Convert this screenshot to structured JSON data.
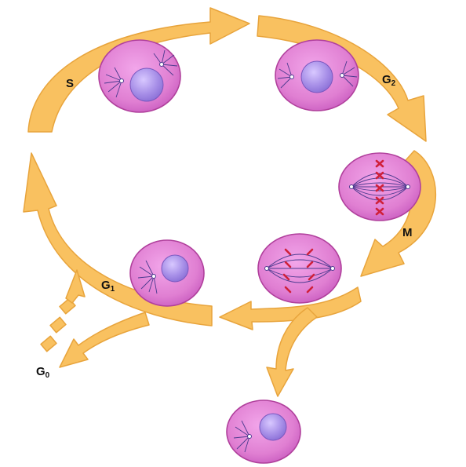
{
  "labels": {
    "s": "S",
    "g2_main": "G",
    "g2_sub": "2",
    "m": "M",
    "g1_main": "G",
    "g1_sub": "1",
    "g0_main": "G",
    "g0_sub": "0"
  },
  "colors": {
    "arrow": "#f9c160",
    "cell": "#e07fd2",
    "nucleus": "#a890e8",
    "spindle": "#4b3b8f",
    "chromosome": "#d0203a"
  }
}
